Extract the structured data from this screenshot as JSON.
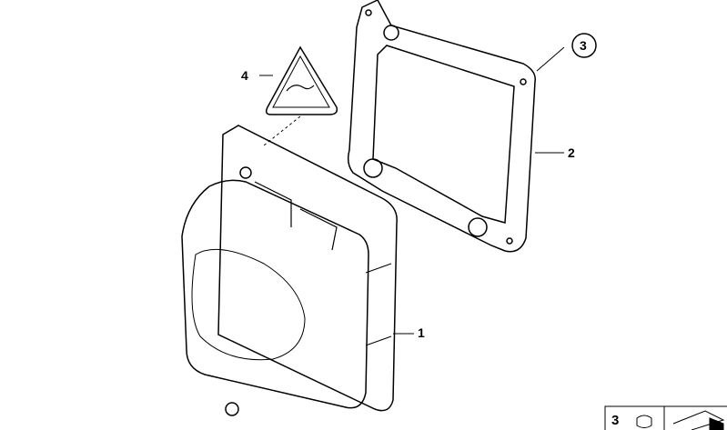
{
  "callouts": {
    "c1": "1",
    "c2": "2",
    "c3": "3",
    "c4": "4"
  },
  "legend": {
    "number": "3"
  }
}
